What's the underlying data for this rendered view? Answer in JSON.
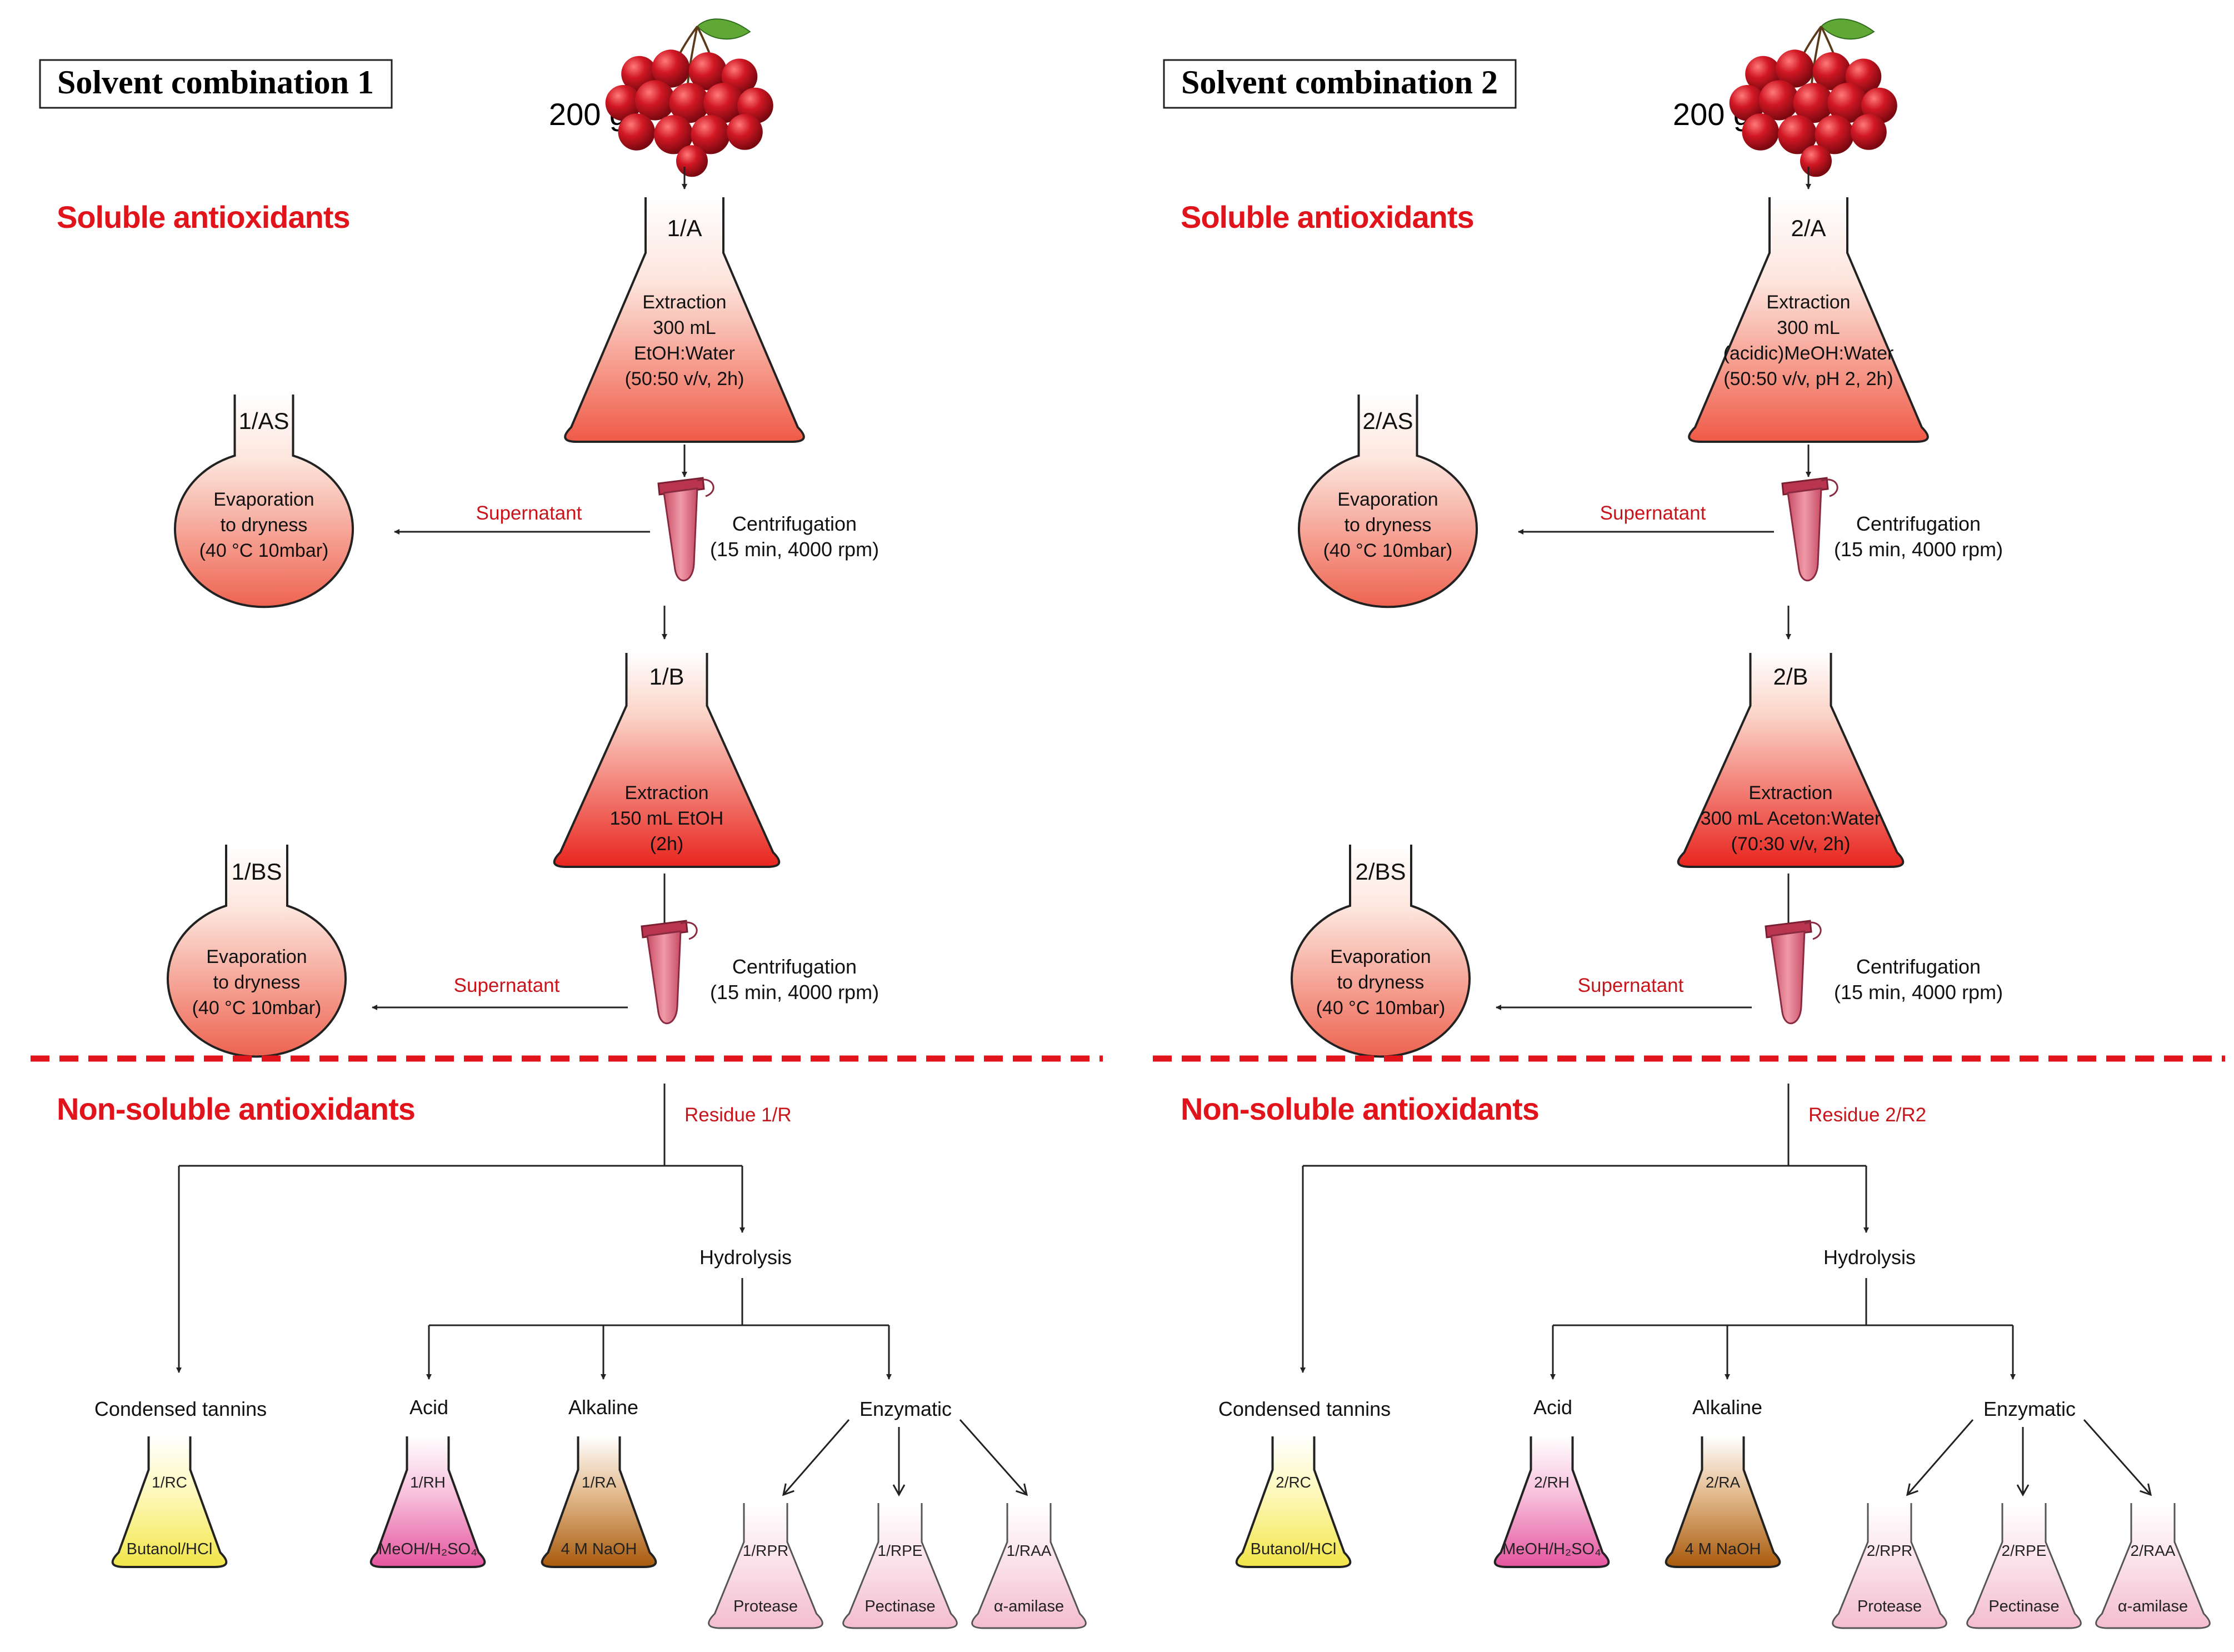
{
  "panels": [
    {
      "title": "Solvent combination 1",
      "amount": "200 g",
      "soluble_heading": "Soluble antioxidants",
      "nonsoluble_heading": "Non-soluble antioxidants",
      "flask_a": {
        "code": "1/A",
        "lines": [
          "Extraction",
          "300 mL",
          "EtOH:Water",
          "(50:50 v/v, 2h)"
        ]
      },
      "flask_as": {
        "code": "1/AS",
        "lines": [
          "Evaporation",
          "to dryness",
          "(40 °C 10mbar)"
        ]
      },
      "supernatant_1": "Supernatant",
      "centrifugation_1": [
        "Centrifugation",
        "(15 min, 4000 rpm)"
      ],
      "flask_b": {
        "code": "1/B",
        "lines": [
          "Extraction",
          "150 mL EtOH",
          "(2h)"
        ]
      },
      "flask_bs": {
        "code": "1/BS",
        "lines": [
          "Evaporation",
          "to dryness",
          "(40 °C 10mbar)"
        ]
      },
      "supernatant_2": "Supernatant",
      "centrifugation_2": [
        "Centrifugation",
        "(15 min, 4000 rpm)"
      ],
      "residue": "Residue 1/R",
      "hydrolysis": "Hydrolysis",
      "condensed_tannins": "Condensed tannins",
      "acid": "Acid",
      "alkaline": "Alkaline",
      "enzymatic": "Enzymatic",
      "rc": {
        "code": "1/RC",
        "reagent": "Butanol/HCl"
      },
      "rh": {
        "code": "1/RH",
        "reagent": "MeOH/H₂SO₄"
      },
      "ra": {
        "code": "1/RA",
        "reagent": "4 M NaOH"
      },
      "rpr": {
        "code": "1/RPR",
        "reagent": "Protease"
      },
      "rpe": {
        "code": "1/RPE",
        "reagent": "Pectinase"
      },
      "raa": {
        "code": "1/RAA",
        "reagent": "α-amilase"
      }
    },
    {
      "title": "Solvent combination 2",
      "amount": "200 g",
      "soluble_heading": "Soluble antioxidants",
      "nonsoluble_heading": "Non-soluble antioxidants",
      "flask_a": {
        "code": "2/A",
        "lines": [
          "Extraction",
          "300 mL",
          "(acidic)MeOH:Water",
          "(50:50 v/v, pH 2, 2h)"
        ]
      },
      "flask_as": {
        "code": "2/AS",
        "lines": [
          "Evaporation",
          "to dryness",
          "(40 °C 10mbar)"
        ]
      },
      "supernatant_1": "Supernatant",
      "centrifugation_1": [
        "Centrifugation",
        "(15 min, 4000 rpm)"
      ],
      "flask_b": {
        "code": "2/B",
        "lines": [
          "Extraction",
          "300 mL Aceton:Water",
          "(70:30 v/v, 2h)"
        ]
      },
      "flask_bs": {
        "code": "2/BS",
        "lines": [
          "Evaporation",
          "to dryness",
          "(40 °C 10mbar)"
        ]
      },
      "supernatant_2": "Supernatant",
      "centrifugation_2": [
        "Centrifugation",
        "(15 min, 4000 rpm)"
      ],
      "residue": "Residue 2/R2",
      "hydrolysis": "Hydrolysis",
      "condensed_tannins": "Condensed tannins",
      "acid": "Acid",
      "alkaline": "Alkaline",
      "enzymatic": "Enzymatic",
      "rc": {
        "code": "2/RC",
        "reagent": "Butanol/HCl"
      },
      "rh": {
        "code": "2/RH",
        "reagent": "MeOH/H₂SO₄"
      },
      "ra": {
        "code": "2/RA",
        "reagent": "4 M NaOH"
      },
      "rpr": {
        "code": "2/RPR",
        "reagent": "Protease"
      },
      "rpe": {
        "code": "2/RPE",
        "reagent": "Pectinase"
      },
      "raa": {
        "code": "2/RAA",
        "reagent": "α-amilase"
      }
    }
  ],
  "colors": {
    "section_red": "#e1141b",
    "label_red": "#c8141b",
    "flask_red": "#ef3a2d",
    "flask_pink_light": "#fde4dc",
    "tannin_yellow": "#f6ef6a",
    "acid_pink": "#ea5ba4",
    "alkaline_brown": "#b25f0f",
    "enzyme_pink": "#f7cfdc"
  },
  "icons": [
    "cherries-icon",
    "centrifuge-tube-icon",
    "erlenmeyer-flask-icon",
    "round-bottom-flask-icon"
  ]
}
